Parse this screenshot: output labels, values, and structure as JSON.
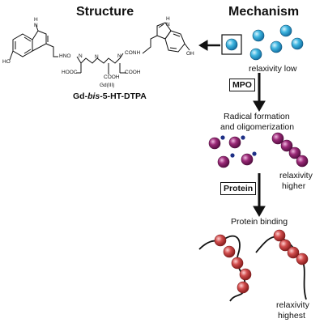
{
  "left_title": "Structure",
  "right_title": "Mechanism",
  "compound": {
    "name_prefix": "Gd-",
    "name_italic": "bis",
    "name_suffix": "-5-HT-DTPA",
    "metal_label": "Gd(III)",
    "atoms": {
      "nh_left": "H",
      "n_left": "N",
      "oh_left": "HO",
      "hno": "HNO",
      "n1": "N",
      "n2": "N",
      "n3": "N",
      "conh": "CONH",
      "cooh_left": "HOOC",
      "cooh_mid": "COOH",
      "cooh_right": "COOH",
      "nh_right": "H",
      "n_right": "N",
      "oh_right": "OH"
    }
  },
  "steps": [
    {
      "box": "MPO",
      "caption": "relaxivity low"
    },
    {
      "box": "Protein",
      "caption_lines": [
        "Radical formation",
        "and oligomerization"
      ],
      "side_lines": [
        "relaxivity",
        "higher"
      ]
    },
    {
      "caption": "Protein binding",
      "side_lines": [
        "relaxivity",
        "highest"
      ]
    }
  ],
  "colors": {
    "monomer": "#3fb6e0",
    "oligomer": "#9b2a78",
    "radical_dot": "#1d2f86",
    "bound": "#d14d4d",
    "line": "#111111"
  }
}
